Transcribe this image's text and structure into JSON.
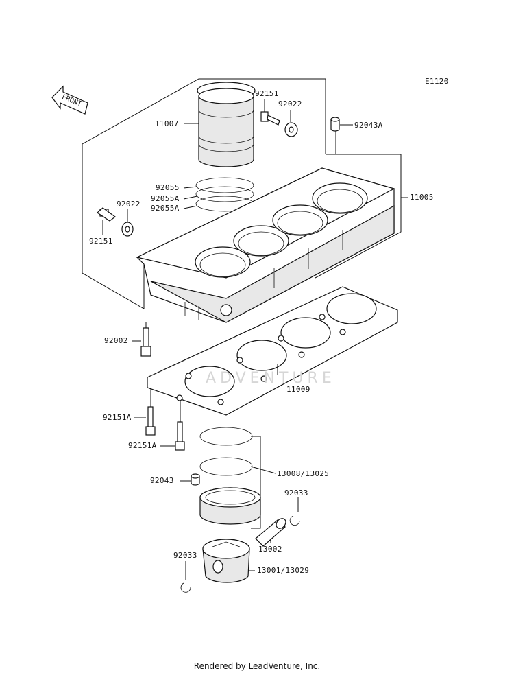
{
  "diagram_code": "E1120",
  "front_label": "FRONT",
  "watermark": "ADVENTURE",
  "footer": "Rendered by LeadVenture, Inc.",
  "callouts": {
    "c92151_top": "92151",
    "c92022_top": "92022",
    "c11007": "11007",
    "c92043A": "92043A",
    "c92055": "92055",
    "c92055A_1": "92055A",
    "c92055A_2": "92055A",
    "c92022_left": "92022",
    "c92151_left": "92151",
    "c11005": "11005",
    "c92002": "92002",
    "c11009": "11009",
    "c92151A_1": "92151A",
    "c92151A_2": "92151A",
    "c13008": "13008/13025",
    "c92043": "92043",
    "c92033_right": "92033",
    "c13002": "13002",
    "c92033_left": "92033",
    "c13001": "13001/13029"
  }
}
